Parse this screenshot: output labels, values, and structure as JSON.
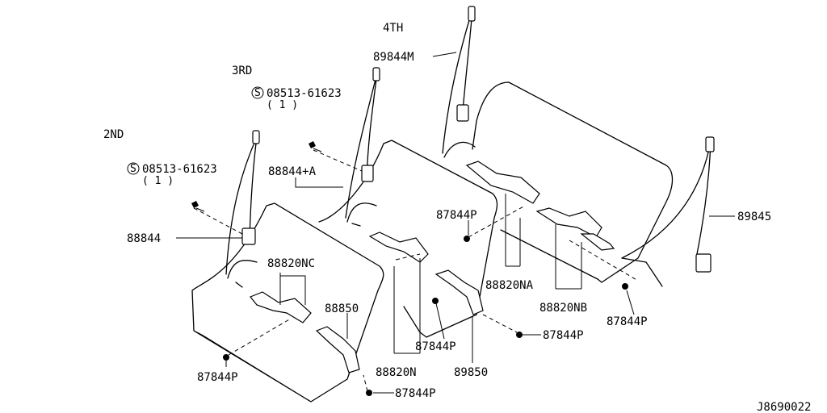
{
  "diagram": {
    "row_labels": {
      "second": "2ND",
      "third": "3RD",
      "fourth": "4TH"
    },
    "screw_symbol": "S",
    "screw_2nd": {
      "part": "08513-61623",
      "qty": "( 1 )"
    },
    "screw_3rd": {
      "part": "08513-61623",
      "qty": "( 1 )"
    },
    "parts": {
      "p88844": "88844",
      "p88844a": "88844+A",
      "p89844m": "89844M",
      "p89845": "89845",
      "p88820nc": "88820NC",
      "p88850": "88850",
      "p88820n": "88820N",
      "p89850": "89850",
      "p88820na": "88820NA",
      "p88820nb": "88820NB",
      "p87844p_a": "87844P",
      "p87844p_b": "87844P",
      "p87844p_c": "87844P",
      "p87844p_d": "87844P",
      "p87844p_e": "87844P",
      "p87844p_f": "87844P"
    },
    "diagram_code": "J8690022"
  }
}
